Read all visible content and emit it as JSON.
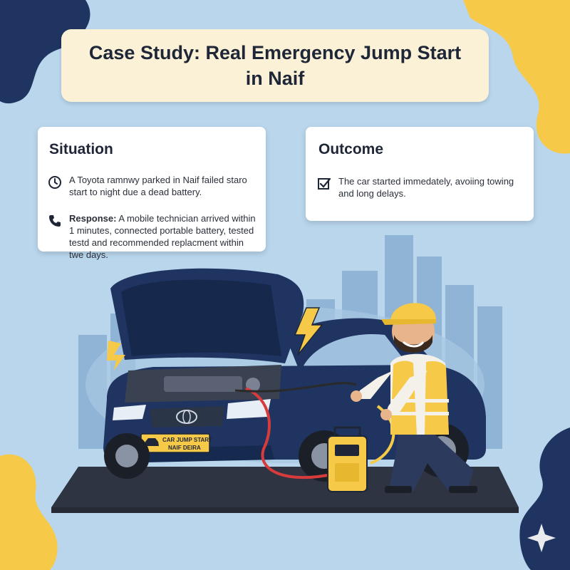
{
  "title": "Case Study: Real Emergency Jump Start in Naif",
  "situation": {
    "heading": "Situation",
    "items": [
      {
        "icon": "clock-icon",
        "label": "",
        "text": "A Toyota ramnwy parked in Naif failed staro start to night due a dead battery."
      },
      {
        "icon": "phone-icon",
        "label": "Response:",
        "text": "A mobile technician arrived within 1 minutes, connected portable battery, tested testd and recommended replacment within twe days."
      }
    ]
  },
  "outcome": {
    "heading": "Outcome",
    "items": [
      {
        "icon": "checkbox-icon",
        "text": "The car started immedately, avoiing towing and long delays."
      }
    ]
  },
  "scene": {
    "plate_line1": "CAR JUMP START",
    "plate_line2": "NAIF DEIRA"
  },
  "colors": {
    "background": "#b9d6ec",
    "navy": "#1f3460",
    "yellow": "#f7c948",
    "title_card": "#fbf1d6"
  }
}
